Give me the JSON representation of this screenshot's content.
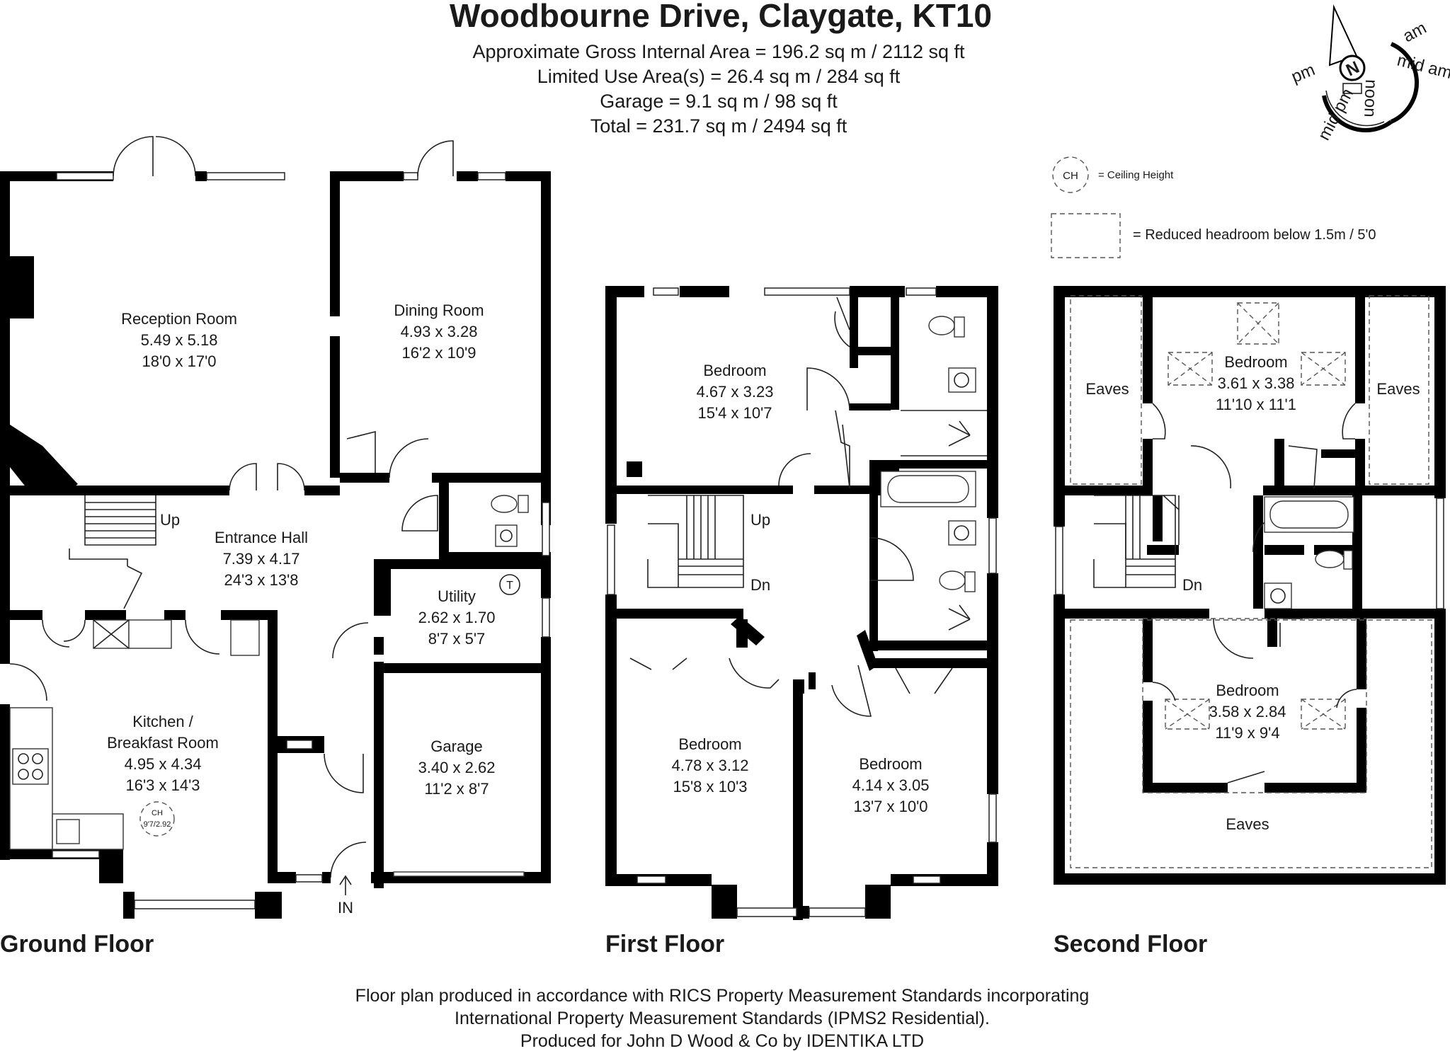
{
  "header": {
    "title": "Woodbourne Drive, Claygate, KT10",
    "area_lines": [
      "Approximate Gross Internal Area = 196.2 sq m / 2112 sq ft",
      "Limited Use Area(s) = 26.4 sq m / 284 sq ft",
      "Garage = 9.1 sq m / 98 sq ft",
      "Total = 231.7 sq m / 2494 sq ft"
    ]
  },
  "compass": {
    "north": "N",
    "labels": [
      "am",
      "mid am",
      "noon",
      "mid pm",
      "pm"
    ]
  },
  "legend": {
    "ch_symbol": "CH",
    "ch_text": "= Ceiling Height",
    "reduced_text": "= Reduced headroom below 1.5m / 5'0"
  },
  "ground_floor": {
    "label": "Ground Floor",
    "rooms": [
      {
        "name": "Reception Room",
        "metric": "5.49 x 5.18",
        "imperial": "18'0 x 17'0"
      },
      {
        "name": "Dining Room",
        "metric": "4.93 x 3.28",
        "imperial": "16'2 x 10'9"
      },
      {
        "name": "Entrance Hall",
        "metric": "7.39 x 4.17",
        "imperial": "24'3 x 13'8"
      },
      {
        "name": "Utility",
        "metric": "2.62 x 1.70",
        "imperial": "8'7 x 5'7"
      },
      {
        "name": "Kitchen /",
        "name2": "Breakfast Room",
        "metric": "4.95 x 4.34",
        "imperial": "16'3 x 14'3"
      },
      {
        "name": "Garage",
        "metric": "3.40 x 2.62",
        "imperial": "11'2 x 8'7"
      }
    ],
    "stairs_up": "Up",
    "entrance": "IN",
    "boiler": "T",
    "ceiling_badge": {
      "symbol": "CH",
      "value": "9'7/2.92"
    }
  },
  "first_floor": {
    "label": "First Floor",
    "rooms": [
      {
        "name": "Bedroom",
        "metric": "4.67 x 3.23",
        "imperial": "15'4 x 10'7"
      },
      {
        "name": "Bedroom",
        "metric": "4.78 x 3.12",
        "imperial": "15'8 x 10'3"
      },
      {
        "name": "Bedroom",
        "metric": "4.14 x 3.05",
        "imperial": "13'7 x 10'0"
      }
    ],
    "stairs_up": "Up",
    "stairs_down": "Dn"
  },
  "second_floor": {
    "label": "Second Floor",
    "rooms": [
      {
        "name": "Bedroom",
        "metric": "3.61 x 3.38",
        "imperial": "11'10 x 11'1"
      },
      {
        "name": "Bedroom",
        "metric": "3.58 x 2.84",
        "imperial": "11'9 x 9'4"
      }
    ],
    "eaves": [
      "Eaves",
      "Eaves",
      "Eaves"
    ],
    "stairs_down": "Dn"
  },
  "footer": {
    "lines": [
      "Floor plan produced in accordance with RICS Property Measurement Standards incorporating",
      "International Property Measurement Standards (IPMS2 Residential).",
      "Produced for John D Wood & Co by IDENTIKA LTD"
    ]
  }
}
